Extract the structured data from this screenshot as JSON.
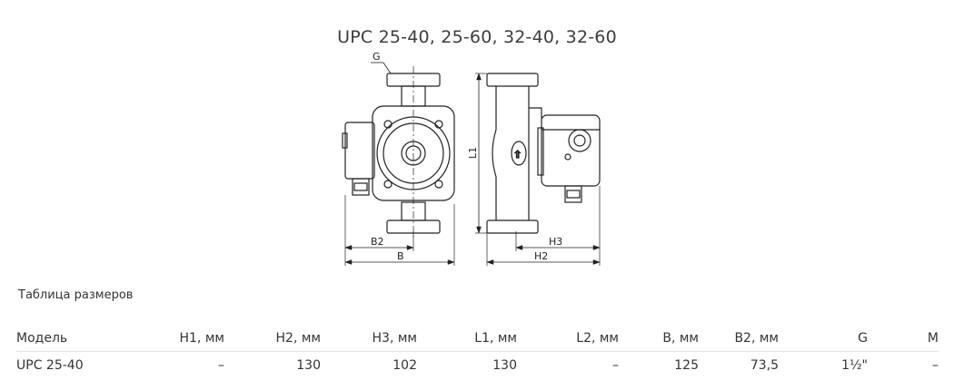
{
  "title": "UPC 25-40, 25-60, 32-40, 32-60",
  "drawing": {
    "labels": {
      "g": "G",
      "b2": "B2",
      "b": "B",
      "l1": "L1",
      "h3": "H3",
      "h2": "H2"
    },
    "arrow_glyph": "⇧"
  },
  "table": {
    "title": "Таблица размеров",
    "headers": [
      "Модель",
      "H1, мм",
      "H2, мм",
      "H3, мм",
      "L1, мм",
      "L2, мм",
      "B, мм",
      "B2, мм",
      "G",
      "M"
    ],
    "rows": [
      [
        "UPC 25-40",
        "–",
        "130",
        "102",
        "130",
        "–",
        "125",
        "73,5",
        "1½\"",
        "–"
      ]
    ]
  }
}
